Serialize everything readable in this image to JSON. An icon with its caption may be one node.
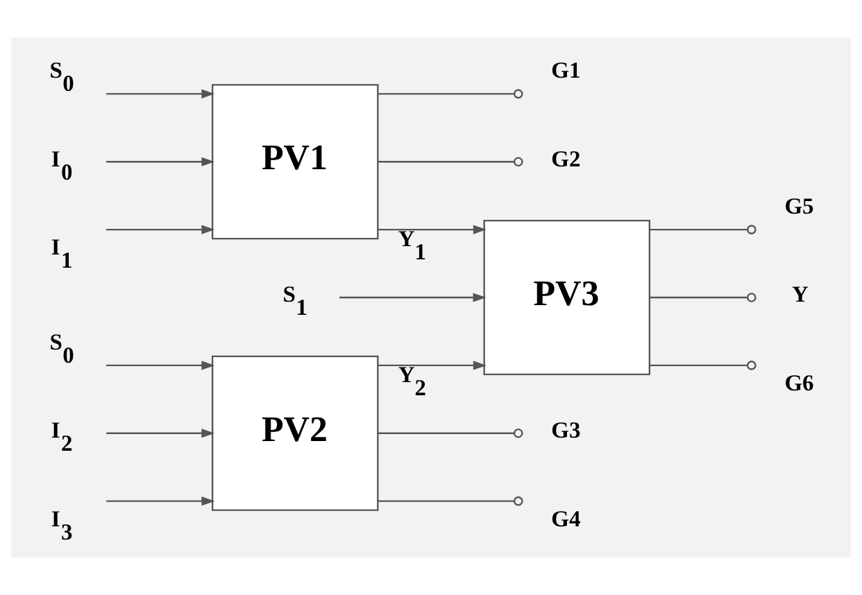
{
  "diagram": {
    "nodes": [
      {
        "text": [
          "S$_{0}$"
        ]
      },
      {
        "text": [
          "I$_{0}$"
        ]
      },
      {
        "text": [
          "I$_{1}$"
        ]
      },
      {
        "text": [
          "PV1"
        ]
      },
      {
        "text": [
          "G1"
        ]
      },
      {
        "text": [
          "G2"
        ]
      },
      {
        "text": [
          "S$_{1}$"
        ]
      },
      {
        "text": [
          "PV3"
        ]
      },
      {
        "text": [
          "G5"
        ]
      },
      {
        "text": [
          "Y"
        ]
      },
      {
        "text": [
          "G6"
        ]
      },
      {
        "text": [
          "S$_{0}$"
        ]
      },
      {
        "text": [
          "I$_{2}$"
        ]
      },
      {
        "text": [
          "I$_{3}$"
        ]
      },
      {
        "text": [
          "PV2"
        ]
      },
      {
        "text": [
          "G3"
        ]
      },
      {
        "text": [
          "G4"
        ]
      }
    ],
    "edges": [
      {
        "from": 0,
        "to": 3,
        "arrow": "to"
      },
      {
        "from": 1,
        "to": 3,
        "arrow": "to"
      },
      {
        "from": 2,
        "to": 3,
        "arrow": "to"
      },
      {
        "from": 3,
        "to": 4,
        "arrow": "other"
      },
      {
        "from": 3,
        "to": 7,
        "arrow": "to",
        "label": "Y$_{1}$"
      },
      {
        "from": 3,
        "to": 5,
        "arrow": "other"
      },
      {
        "from": 6,
        "to": 7,
        "arrow": "to"
      },
      {
        "from": 7,
        "to": 8,
        "arrow": "other"
      },
      {
        "from": 7,
        "to": 9,
        "arrow": "other"
      },
      {
        "from": 7,
        "to": 10,
        "arrow": "other"
      },
      {
        "from": 11,
        "to": 14,
        "arrow": "to"
      },
      {
        "from": 12,
        "to": 14,
        "arrow": "to"
      },
      {
        "from": 13,
        "to": 14,
        "arrow": "to"
      },
      {
        "from": 14,
        "to": 15,
        "arrow": "other"
      },
      {
        "from": 14,
        "to": 7,
        "arrow": "to",
        "label": "Y$_{2}$"
      },
      {
        "from": 14,
        "to": 16,
        "arrow": "other"
      }
    ]
  }
}
